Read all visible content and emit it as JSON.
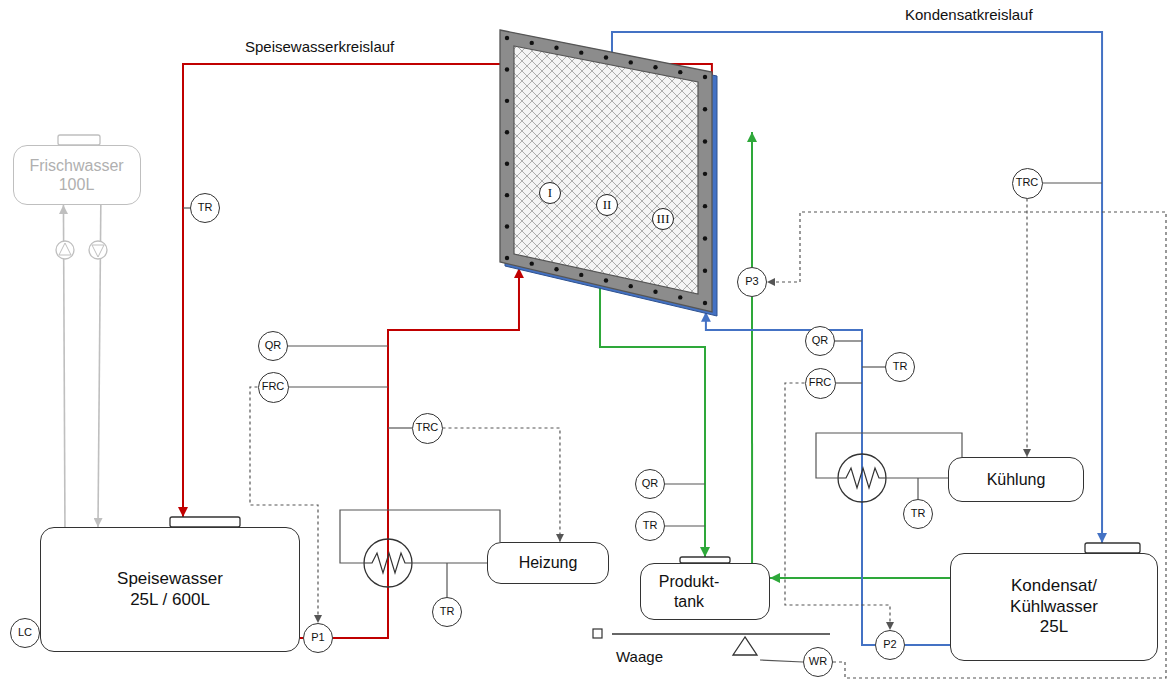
{
  "diagram": {
    "nodes": [
      {
        "text": [
          "I",
          "II",
          "III"
        ]
      },
      {
        "text": [
          "TR"
        ]
      },
      {
        "text": [
          "TRC"
        ]
      },
      {
        "text": [
          "P3"
        ]
      },
      {
        "text": [
          "Frischwasser 100L"
        ]
      },
      {
        "text": [
          "QR"
        ]
      },
      {
        "text": [
          "QR"
        ]
      },
      {
        "text": [
          "TR"
        ]
      },
      {
        "text": [
          "FRC"
        ]
      },
      {
        "text": [
          "FRC"
        ]
      },
      {
        "text": [
          "TRC"
        ]
      },
      {
        "text": [
          "Kühlung"
        ]
      },
      {
        "text": [
          "QR"
        ]
      },
      {
        "text": [
          "TR"
        ]
      },
      {
        "text": [
          "TR"
        ]
      },
      {
        "text": [
          "Heizung"
        ]
      },
      {
        "text": [
          "Speisewasser 25L / 600L"
        ]
      },
      {
        "text": [
          "Kondensat/ Kühlwasser 25L"
        ]
      },
      {
        "text": [
          "Produkt- tank"
        ]
      },
      {
        "text": [
          "TR"
        ]
      },
      {
        "text": [
          "LC"
        ]
      },
      {
        "text": [
          "P1"
        ]
      },
      {
        "text": [
          "WR"
        ]
      },
      {
        "text": [
          "P2"
        ]
      }
    ],
    "edges": [
      {
        "from": 16,
        "to": 4,
        "arrow": "to"
      },
      {
        "from": 4,
        "to": 16,
        "arrow": "to"
      },
      {
        "from": 16,
        "to": 21,
        "arrow": "none"
      },
      {
        "from": 21,
        "to": 0,
        "arrow": "to"
      },
      {
        "from": 0,
        "to": 16,
        "arrow": "to"
      },
      {
        "from": 0,
        "to": 17,
        "arrow": "to"
      },
      {
        "from": 0,
        "to": 18,
        "arrow": "to"
      },
      {
        "from": 18,
        "to": 3,
        "arrow": "none"
      },
      {
        "from": 17,
        "to": 18,
        "arrow": "to"
      },
      {
        "from": 17,
        "to": 23,
        "arrow": "none"
      },
      {
        "from": 23,
        "to": 0,
        "arrow": "to"
      },
      {
        "from": 8,
        "to": 21,
        "arrow": "to"
      },
      {
        "from": 10,
        "to": 15,
        "arrow": "to"
      },
      {
        "from": 9,
        "to": 23,
        "arrow": "to"
      },
      {
        "from": 2,
        "to": 11,
        "arrow": "to"
      },
      {
        "from": 22,
        "to": 3,
        "arrow": "to"
      }
    ],
    "labels": [
      "Speisewasserkreislauf",
      "Kondensatkreislauf",
      "Waage"
    ]
  }
}
